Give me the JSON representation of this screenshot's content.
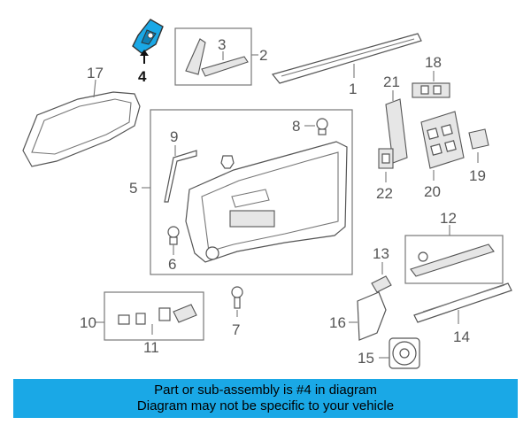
{
  "callouts": {
    "c1": "1",
    "c2": "2",
    "c3": "3",
    "c4": "4",
    "c5": "5",
    "c6": "6",
    "c7": "7",
    "c8": "8",
    "c9": "9",
    "c10": "10",
    "c11": "11",
    "c12": "12",
    "c13": "13",
    "c14": "14",
    "c15": "15",
    "c16": "16",
    "c17": "17",
    "c18": "18",
    "c19": "19",
    "c20": "20",
    "c21": "21",
    "c22": "22"
  },
  "highlight": {
    "part": "4",
    "color": "#1aa8e6"
  },
  "banner": {
    "line1": "Part or sub-assembly is #4 in diagram",
    "line2": "Diagram may not be specific to your vehicle",
    "background": "#1aa8e6"
  }
}
